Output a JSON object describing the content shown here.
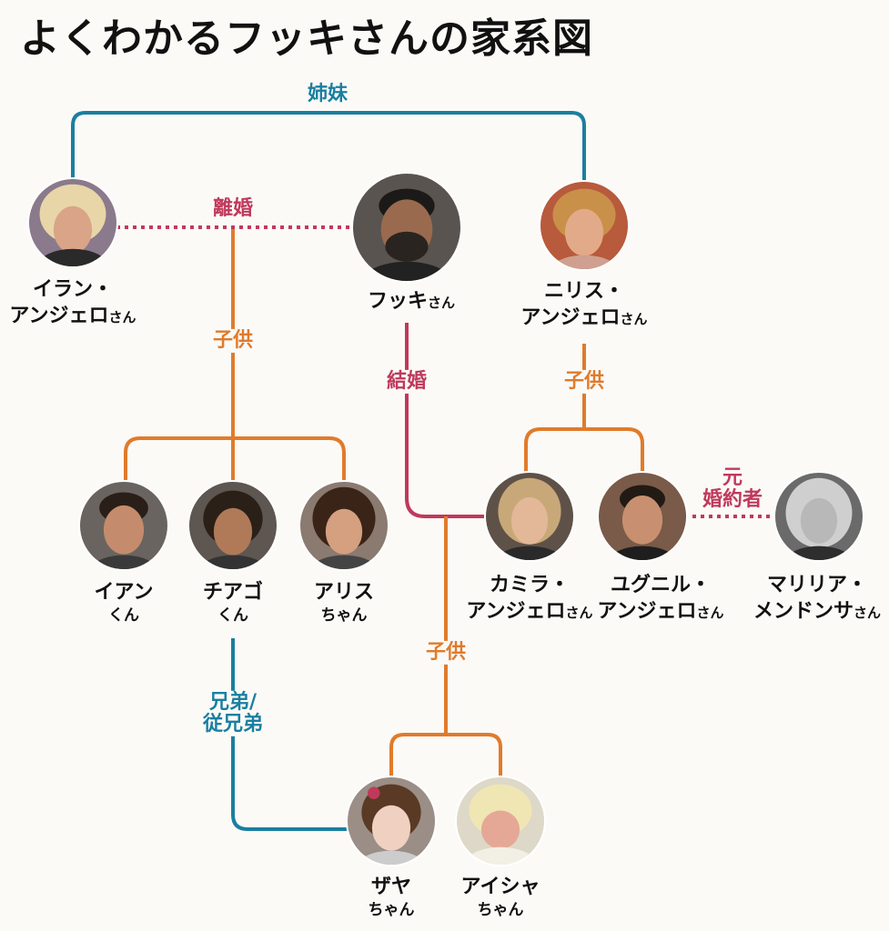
{
  "title": "よくわかるフッキさんの家系図",
  "relations": {
    "sisters": "姉妹",
    "divorce": "離婚",
    "child1": "子供",
    "marriage": "結婚",
    "child2": "子供",
    "ex_fiance": "元\n婚約者",
    "child3": "子供",
    "cousins": "兄弟/\n従兄弟"
  },
  "people": {
    "iran": {
      "line1": "イラン・",
      "line2": "アンジェロ",
      "suffix": "さん"
    },
    "hulk": {
      "line1": "フッキ",
      "suffix": "さん"
    },
    "niris": {
      "line1": "ニリス・",
      "line2": "アンジェロ",
      "suffix": "さん"
    },
    "ian": {
      "line1": "イアン",
      "sub": "くん"
    },
    "thiago": {
      "line1": "チアゴ",
      "sub": "くん"
    },
    "alice": {
      "line1": "アリス",
      "sub": "ちゃん"
    },
    "camila": {
      "line1": "カミラ・",
      "line2": "アンジェロ",
      "suffix": "さん"
    },
    "eugenil": {
      "line1": "ユグニル・",
      "line2": "アンジェロ",
      "suffix": "さん"
    },
    "marilia": {
      "line1": "マリリア・",
      "line2": "メンドンサ",
      "suffix": "さん"
    },
    "zaya": {
      "line1": "ザヤ",
      "sub": "ちゃん"
    },
    "aisha": {
      "line1": "アイシャ",
      "sub": "ちゃん"
    }
  },
  "colors": {
    "sibling_line": "#1a7fa0",
    "marriage_line": "#c0395b",
    "child_line": "#e07b2c",
    "text": "#111111"
  }
}
